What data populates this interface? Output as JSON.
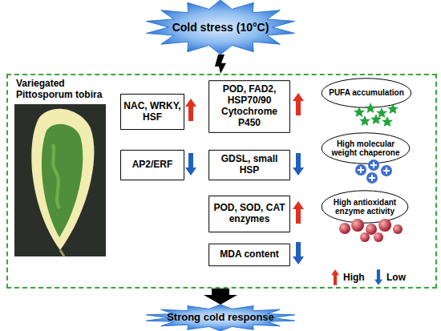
{
  "diagram": {
    "nodes": [
      {
        "text": [
          "Cold stress (10°C)"
        ]
      },
      {
        "text": [
          "Variegated Pittosporum tobira"
        ]
      },
      {
        "text": [
          "NAC, WRKY, HSF"
        ],
        "in": 1
      },
      {
        "text": [
          "AP2/ERF"
        ],
        "in": 1
      },
      {
        "text": [
          "POD, FAD2, HSP70/90 Cytochrome P450"
        ],
        "in": 1
      },
      {
        "text": [
          "GDSL, small HSP"
        ],
        "in": 1
      },
      {
        "text": [
          "POD, SOD, CAT enzymes"
        ],
        "in": 1
      },
      {
        "text": [
          "MDA content"
        ],
        "in": 1
      },
      {
        "text": [
          "PUFA accumulation"
        ],
        "in": 1
      },
      {
        "text": [
          "High molecular weight chaperone"
        ],
        "in": 1
      },
      {
        "text": [
          "High antioxidant enzyme activity"
        ],
        "in": 1
      },
      {
        "text": [
          "Strong cold response"
        ]
      }
    ],
    "edges": [
      {
        "from": 0,
        "to": 1,
        "arrow": "to"
      },
      {
        "from": 1,
        "to": 11,
        "arrow": "to"
      }
    ],
    "legend": [
      {
        "text": "High"
      },
      {
        "text": "Low"
      }
    ]
  }
}
